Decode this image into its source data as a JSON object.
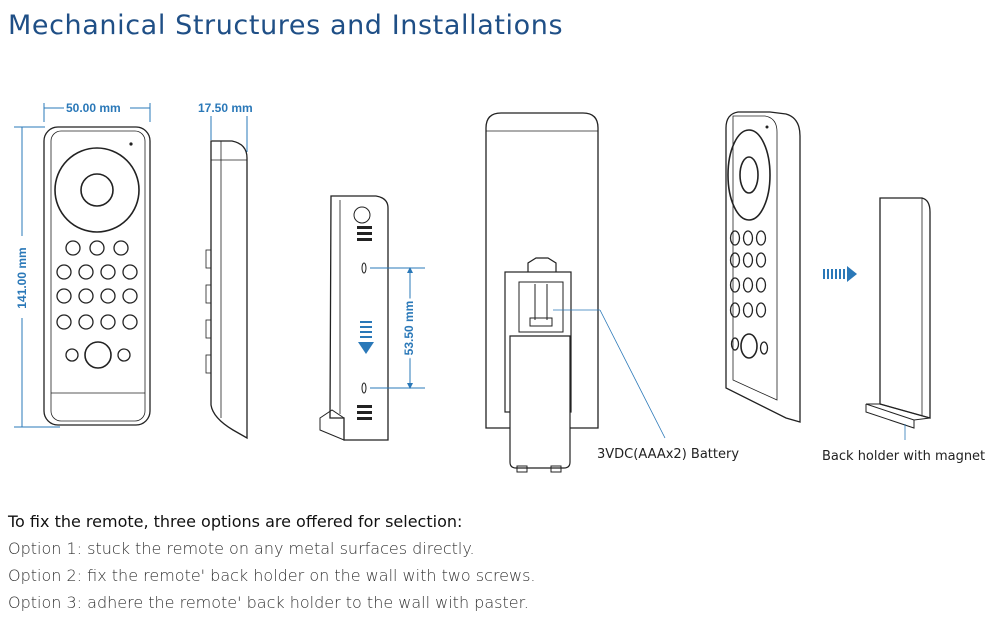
{
  "title": "Mechanical Structures and Installations",
  "dimensions": {
    "width": "50.00 mm",
    "height": "141.00 mm",
    "depth": "17.50 mm",
    "screw_spacing": "53.50 mm"
  },
  "captions": {
    "battery": "3VDC(AAAx2) Battery",
    "holder": "Back holder with magnet"
  },
  "instructions": {
    "heading": "To fix the remote, three options are offered for selection:",
    "options": [
      "Option 1: stuck the remote on any metal surfaces directly.",
      "Option 2: fix the remote' back holder on the wall with two screws.",
      "Option 3: adhere the remote' back holder to the wall with paster."
    ]
  },
  "colors": {
    "title": "#1f4f86",
    "dimension": "#2a78b8",
    "outline": "#222222"
  }
}
